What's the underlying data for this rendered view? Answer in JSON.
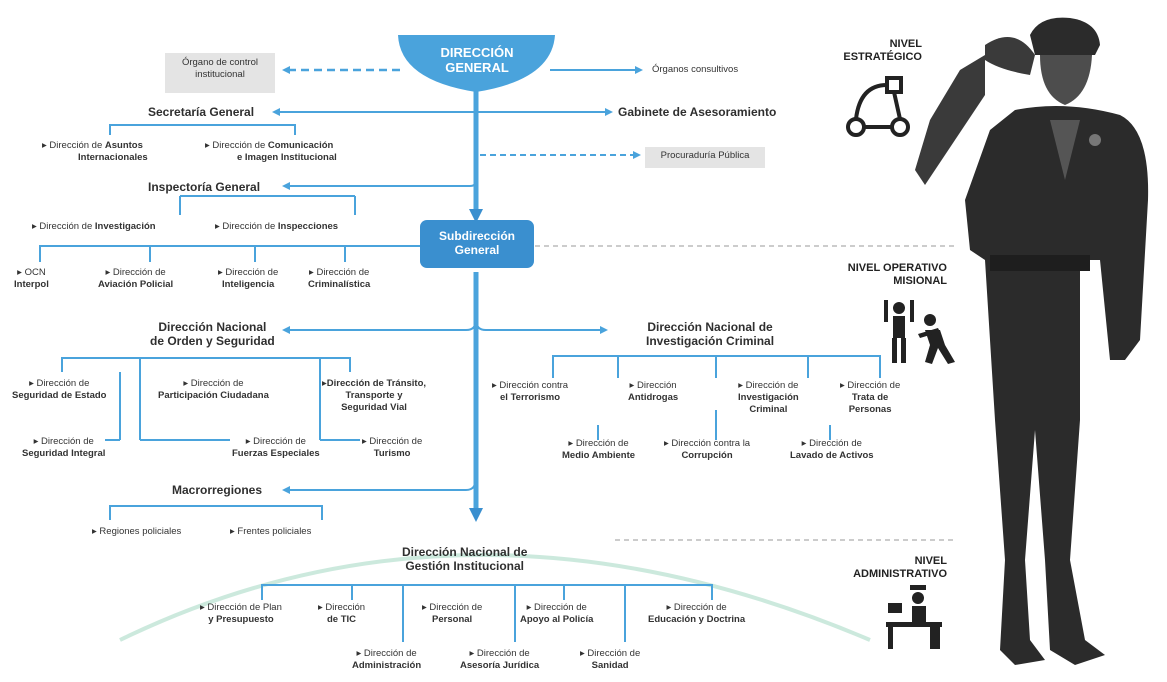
{
  "top": {
    "direccion_general": [
      "DIRECCIÓN",
      "GENERAL"
    ],
    "organo_control": [
      "Órgano de control",
      "institucional"
    ],
    "organos_consultivos": "Órganos consultivos",
    "secretaria_general": "Secretaría General",
    "gabinete": "Gabinete de Asesoramiento",
    "procuraduria": "Procuraduría Pública",
    "dir_asuntos": {
      "pre": "Dirección de ",
      "bold1": "Asuntos",
      "bold2": "Internacionales"
    },
    "dir_comunicacion": {
      "pre": "Dirección de ",
      "bold1": "Comunicación",
      "bold2": "e Imagen Institucional"
    },
    "inspectoria": "Inspectoría General",
    "dir_investigacion": {
      "pre": "Dirección de ",
      "bold": "Investigación"
    },
    "dir_inspecciones": {
      "pre": "Dirección de ",
      "bold": "Inspecciones"
    }
  },
  "sub": {
    "subdireccion": [
      "Subdirección",
      "General"
    ],
    "ocn": [
      "OCN",
      "Interpol"
    ],
    "aviacion": [
      "Dirección de",
      "Aviación Policial"
    ],
    "inteligencia": [
      "Dirección de",
      "Inteligencia"
    ],
    "criminalistica": [
      "Dirección de",
      "Criminalística"
    ]
  },
  "orden": {
    "title": [
      "Dirección Nacional",
      "de Orden y Seguridad"
    ],
    "seg_estado": [
      "Dirección de",
      "Seguridad de Estado"
    ],
    "participacion": [
      "Dirección de",
      "Participación Ciudadana"
    ],
    "transito": [
      "Dirección de Tránsito,",
      "Transporte y",
      "Seguridad Vial"
    ],
    "seg_integral": [
      "Dirección de",
      "Seguridad Integral"
    ],
    "fuerzas": [
      "Dirección de",
      "Fuerzas Especiales"
    ],
    "turismo": [
      "Dirección de",
      "Turismo"
    ]
  },
  "criminal": {
    "title": [
      "Dirección Nacional de",
      "Investigación Criminal"
    ],
    "terrorismo": [
      "Dirección contra",
      "el Terrorismo"
    ],
    "antidrogas": [
      "Dirección",
      "Antidrogas"
    ],
    "inv_criminal": [
      "Dirección de",
      "Investigación",
      "Criminal"
    ],
    "trata": [
      "Dirección de",
      "Trata de",
      "Personas"
    ],
    "medio_ambiente": [
      "Dirección de",
      "Medio Ambiente"
    ],
    "corrupcion": [
      "Dirección contra la",
      "Corrupción"
    ],
    "lavado": [
      "Dirección de",
      "Lavado de Activos"
    ]
  },
  "macro": {
    "title": "Macrorregiones",
    "regiones": "Regiones policiales",
    "frentes": "Frentes policiales"
  },
  "gestion": {
    "title": [
      "Dirección Nacional de",
      "Gestión Institucional"
    ],
    "plan": [
      "Dirección de Plan",
      "y Presupuesto"
    ],
    "tic": [
      "Dirección",
      "de TIC"
    ],
    "personal": [
      "Dirección de",
      "Personal"
    ],
    "apoyo": [
      "Dirección de",
      "Apoyo al Policía"
    ],
    "educacion": [
      "Dirección de",
      "Educación y Doctrina"
    ],
    "administracion": [
      "Dirección de",
      "Administración"
    ],
    "asesoria": [
      "Dirección de",
      "Asesoría Jurídica"
    ],
    "sanidad": [
      "Dirección de",
      "Sanidad"
    ]
  },
  "levels": {
    "estrategico": [
      "NIVEL",
      "ESTRATÉGICO"
    ],
    "operativo": [
      "NIVEL OPERATIVO",
      "MISIONAL"
    ],
    "administrativo": [
      "NIVEL",
      "ADMINISTRATIVO"
    ]
  },
  "colors": {
    "accent": "#4aa3dc",
    "accent_dark": "#3a8fcf",
    "grey_box": "#e4e4e4",
    "arc": "#bfe3d4"
  }
}
